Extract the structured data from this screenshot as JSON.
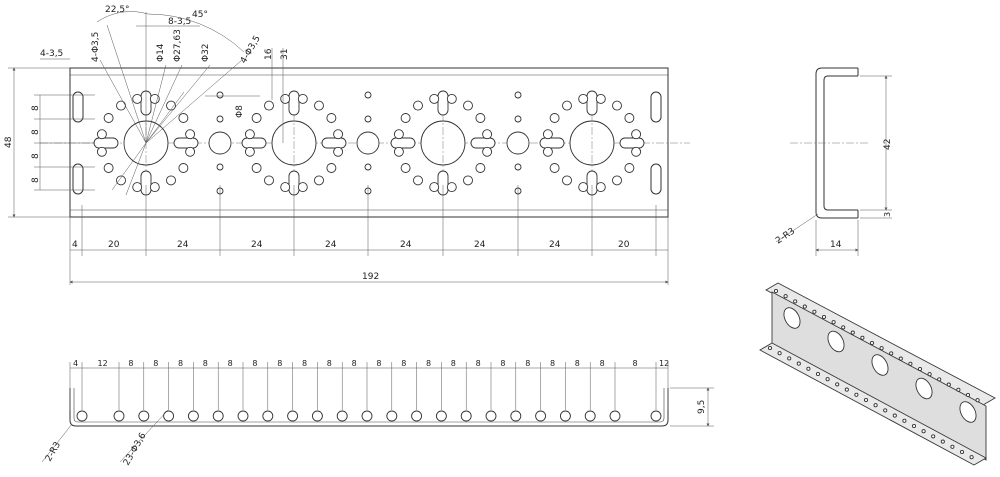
{
  "colors": {
    "line": "#333333",
    "dimension": "#555555",
    "background": "#ffffff",
    "iso_face": "#e9e9e9"
  },
  "front": {
    "angles": [
      "22,5°",
      "45°"
    ],
    "slots": [
      "8-3,5",
      "4-3,5",
      "4-Φ3,5"
    ],
    "diameters": [
      "Φ14",
      "Φ27,63",
      "Φ32",
      "Φ8"
    ],
    "offsets": [
      "16",
      "31"
    ],
    "height": "48",
    "pitches": [
      "8",
      "8",
      "8",
      "8"
    ],
    "bottom": [
      "4",
      "20",
      "24",
      "24",
      "24",
      "24",
      "24",
      "24",
      "20"
    ],
    "total": "192"
  },
  "side": {
    "height": "42",
    "lip": "3",
    "depth": "14",
    "radius": "2-R3"
  },
  "bottom_view": {
    "spacings": [
      "4",
      "12",
      "8",
      "8",
      "8",
      "8",
      "8",
      "8",
      "8",
      "8",
      "8",
      "8",
      "8",
      "8",
      "8",
      "8",
      "8",
      "8",
      "8",
      "8",
      "8",
      "8",
      "8",
      "12"
    ],
    "height": "9,5",
    "radius": "2-R3",
    "holes": "23-Φ3,6"
  }
}
